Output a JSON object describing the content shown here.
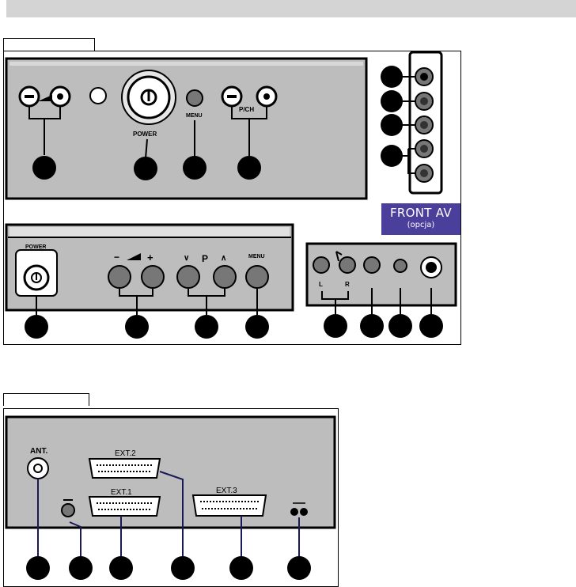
{
  "front_panel": {
    "top_labels": {
      "power": "POWER",
      "menu": "MENU",
      "pch": "P/CH"
    },
    "bottom_labels": {
      "power": "POWER",
      "minus": "−",
      "plus": "+",
      "down": "∨",
      "p": "P",
      "up": "∧",
      "menu": "MENU"
    },
    "av_labels": {
      "l": "L",
      "r": "R"
    },
    "front_av_title": "FRONT AV",
    "front_av_subtitle": "(opcja)"
  },
  "rear_panel": {
    "ant_label": "ANT.",
    "ext2_label": "EXT.2",
    "ext1_label": "EXT.1",
    "ext3_label": "EXT.3"
  }
}
